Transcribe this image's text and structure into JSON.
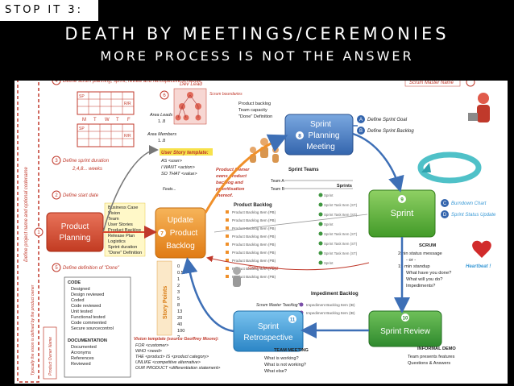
{
  "header": {
    "tag": "STOP IT 3:",
    "title": "DEATH BY MEETINGS/CEREMONIES",
    "subtitle": "MORE PROCESS IS NOT THE ANSWER"
  },
  "colors": {
    "planning": "#d9492f",
    "update": "#f0902a",
    "sprint_planning": "#4a7fc8",
    "sprint": "#5cae3a",
    "retro": "#3b9ad6",
    "review": "#3f9640",
    "accent_red": "#c0392b"
  },
  "side_label": "Define project name and optional codename",
  "step_notes": {
    "n4": "Define scrum planning, sprint, review and retrospective schedule",
    "n3": "Define sprint duration",
    "n3b": "2,4,8... weeks",
    "n2": "Define start date",
    "n5": "Define definition of \"Done\"",
    "n1": "Typically the vision is defined by the product owner"
  },
  "calendar": {
    "sp": "SP",
    "rr": "R/R",
    "days": [
      "M",
      "T",
      "W",
      "T",
      "F"
    ]
  },
  "dev_lead": {
    "title": "Dev Lead",
    "scrum_boundaries": "Scrum boundaries",
    "area_leads": "Area Leads",
    "area_leads_range": "1..8",
    "area_members": "Area Members",
    "area_members_range": "1..8"
  },
  "story_template": {
    "title": "User Story template:",
    "lines": [
      "AS <user>",
      "I WANT <action>",
      "SO THAT <value>"
    ],
    "feats": "Feats..."
  },
  "backlog_inputs": [
    "Product backlog",
    "Team capacity",
    "\"Done\" Definition"
  ],
  "product_planning": {
    "label_1": "Product",
    "label_2": "Planning",
    "items": [
      "Business Case",
      "Vision",
      "Team",
      "User Stories",
      "Product Backlog",
      "Release Plan",
      "Logistics",
      "Sprint duration",
      "\"Done\" Definition"
    ]
  },
  "update_backlog": {
    "label_1": "Update",
    "label_2": "Product",
    "label_3": "Backlog",
    "step": "7"
  },
  "story_points": {
    "label": "Story Points",
    "values": [
      "0",
      "0.5",
      "1",
      "2",
      "3",
      "5",
      "8",
      "13",
      "20",
      "40",
      "100",
      "?"
    ]
  },
  "product_owner_note": [
    "Product Owner",
    "owns product",
    "backlog and",
    "prioritisation",
    "thereof."
  ],
  "sprint_planning": {
    "label_1": "Sprint",
    "label_2": "Planning",
    "label_3": "Meeting",
    "step": "8"
  },
  "scrum_master_name": "Scrum Master Name",
  "sprint_goal": {
    "a": "Define Sprint Goal",
    "b": "Define Sprint Backlog"
  },
  "sprint_teams": {
    "title": "Sprint Teams",
    "team_a": "Team A",
    "team_b": "Team B",
    "sprints": "Sprints"
  },
  "product_backlog_list": {
    "title": "Product Backlog",
    "items": [
      "Product Backlog Item (PB)",
      "Product Backlog Item (PB)",
      "Product Backlog Item (PB)",
      "Product Backlog Item (PB)",
      "Product Backlog Item (PB)",
      "Product Backlog Item (PB)",
      "Product Backlog Item (PB)",
      "Product Backlog Item (PB)",
      "Product Backlog Item (PB)"
    ]
  },
  "sprint_tasks": {
    "sprint": "Sprint",
    "task": "Sprint Task Item (ST)"
  },
  "groom": "Groom backlog",
  "sprint": {
    "label": "Sprint",
    "step": "9"
  },
  "burndown": {
    "c": "Burndown Chart",
    "d": "Sprint Status Update"
  },
  "scrum_meeting": {
    "title": "SCRUM",
    "items": [
      "2min status message",
      "- or -",
      "15 min standup",
      "What have you done?",
      "What will you do?",
      "Impediments?"
    ],
    "heartbeat": "Heartbeat !"
  },
  "done_checklist": {
    "title": "CODE",
    "items": [
      "Designed",
      "Design reviewed",
      "Coded",
      "Code reviewed",
      "Unit tested",
      "Functional tested",
      "Code commented",
      "Secure sourcecontrol"
    ],
    "doc_title": "DOCUMENTATION",
    "doc_items": [
      "Documented",
      "Acronyms",
      "References",
      "Reviewed"
    ]
  },
  "vision_template": {
    "title": "Vision template (source Geoffrey Moore):",
    "lines": [
      "FOR <customer>",
      "WHO <need>",
      "THE <product> IS <product category>",
      "UNLIKE <competitive alternative>",
      "OUR PRODUCT <differentiation statement>"
    ]
  },
  "product_owner_name": "Product Owner Name",
  "impediment_backlog": {
    "title": "Impediment Backlog",
    "scrum_master": "Scrum Master \"backlog\"",
    "item": "Impediment Backlog Item (IB)"
  },
  "retrospective": {
    "label_1": "Sprint",
    "label_2": "Retrospective",
    "step": "11"
  },
  "team_meeting": {
    "title": "TEAM MEETING",
    "items": [
      "What is working?",
      "What is not working?",
      "What else?"
    ]
  },
  "review": {
    "label": "Sprint Review",
    "step": "10"
  },
  "informal_demo": {
    "title": "INFORMAL DEMO",
    "items": [
      "Team presents features",
      "Questions & Answers"
    ]
  }
}
